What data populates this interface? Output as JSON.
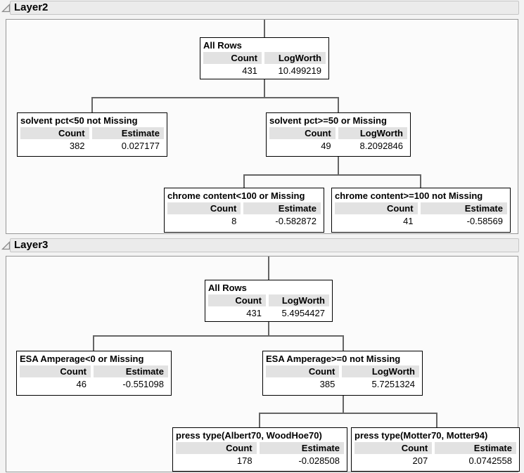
{
  "colors": {
    "header_bar_bg": "#ebebeb",
    "panel_bg": "#fbfbfb",
    "node_border": "#000000",
    "header_cell_bg": "#e2e2e2",
    "connector": "#656565"
  },
  "layers": [
    {
      "title": "Layer2",
      "disclosure": "expanded",
      "tree": {
        "title": "All Rows",
        "columns": [
          "Count",
          "LogWorth"
        ],
        "values": [
          "431",
          "10.499219"
        ],
        "children": [
          {
            "title": "solvent pct<50 not Missing",
            "columns": [
              "Count",
              "Estimate"
            ],
            "values": [
              "382",
              "0.027177"
            ],
            "children": []
          },
          {
            "title": "solvent pct>=50 or Missing",
            "columns": [
              "Count",
              "LogWorth"
            ],
            "values": [
              "49",
              "8.2092846"
            ],
            "children": [
              {
                "title": "chrome content<100 or Missing",
                "columns": [
                  "Count",
                  "Estimate"
                ],
                "values": [
                  "8",
                  "-0.582872"
                ],
                "children": []
              },
              {
                "title": "chrome content>=100 not Missing",
                "columns": [
                  "Count",
                  "Estimate"
                ],
                "values": [
                  "41",
                  "-0.58569"
                ],
                "children": []
              }
            ]
          }
        ]
      }
    },
    {
      "title": "Layer3",
      "disclosure": "expanded",
      "tree": {
        "title": "All Rows",
        "columns": [
          "Count",
          "LogWorth"
        ],
        "values": [
          "431",
          "5.4954427"
        ],
        "children": [
          {
            "title": "ESA Amperage<0 or Missing",
            "columns": [
              "Count",
              "Estimate"
            ],
            "values": [
              "46",
              "-0.551098"
            ],
            "children": []
          },
          {
            "title": "ESA Amperage>=0 not Missing",
            "columns": [
              "Count",
              "LogWorth"
            ],
            "values": [
              "385",
              "5.7251324"
            ],
            "children": [
              {
                "title": "press type(Albert70, WoodHoe70)",
                "columns": [
                  "Count",
                  "Estimate"
                ],
                "values": [
                  "178",
                  "-0.028508"
                ],
                "children": []
              },
              {
                "title": "press type(Motter70, Motter94)",
                "columns": [
                  "Count",
                  "Estimate"
                ],
                "values": [
                  "207",
                  "0.0742558"
                ],
                "children": []
              }
            ]
          }
        ]
      }
    }
  ]
}
